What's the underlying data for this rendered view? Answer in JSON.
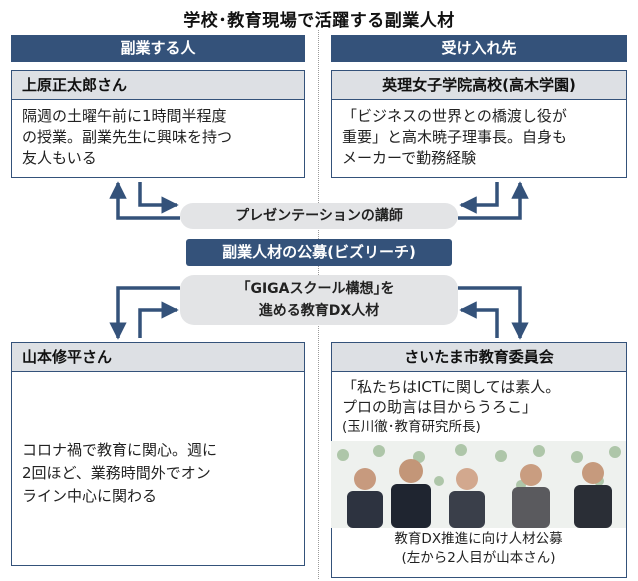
{
  "title": "学校･教育現場で活躍する副業人材",
  "left_column": {
    "header": "副業する人",
    "card_top": {
      "name": "上原正太郎さん",
      "lines": [
        "隔週の土曜午前に1時間半程度",
        "の授業。副業先生に興味を持つ",
        "友人もいる"
      ]
    },
    "card_bottom": {
      "name": "山本修平さん",
      "lines": [
        "コロナ禍で教育に関心。週に",
        "2回ほど、業務時間外でオン",
        "ライン中心に関わる"
      ]
    }
  },
  "right_column": {
    "header": "受け入れ先",
    "card_top": {
      "name": "英理女子学院高校(高木学園)",
      "lines": [
        "「ビジネスの世界との橋渡し役が",
        "重要」と高木暁子理事長。自身も",
        "メーカーで勤務経験"
      ]
    },
    "card_bottom": {
      "name": "さいたま市教育委員会",
      "lines": [
        "「私たちはICTに関しては素人。",
        "プロの助言は目からうろこ」",
        "(玉川徹･教育研究所長)"
      ],
      "photo_caption_lines": [
        "教育DX推進に向け人材公募",
        "(左から2人目が山本さん)"
      ]
    }
  },
  "center": {
    "pill_top": "プレゼンテーションの講師",
    "pill_main": "副業人材の公募(ビズリーチ)",
    "pill_bottom_lines": [
      "｢GIGAスクール構想｣を",
      "進める教育DX人材"
    ]
  },
  "colors": {
    "navy": "#34527a",
    "card_title_bg": "#dde0e4",
    "pill_bg": "#e3e4e6"
  }
}
